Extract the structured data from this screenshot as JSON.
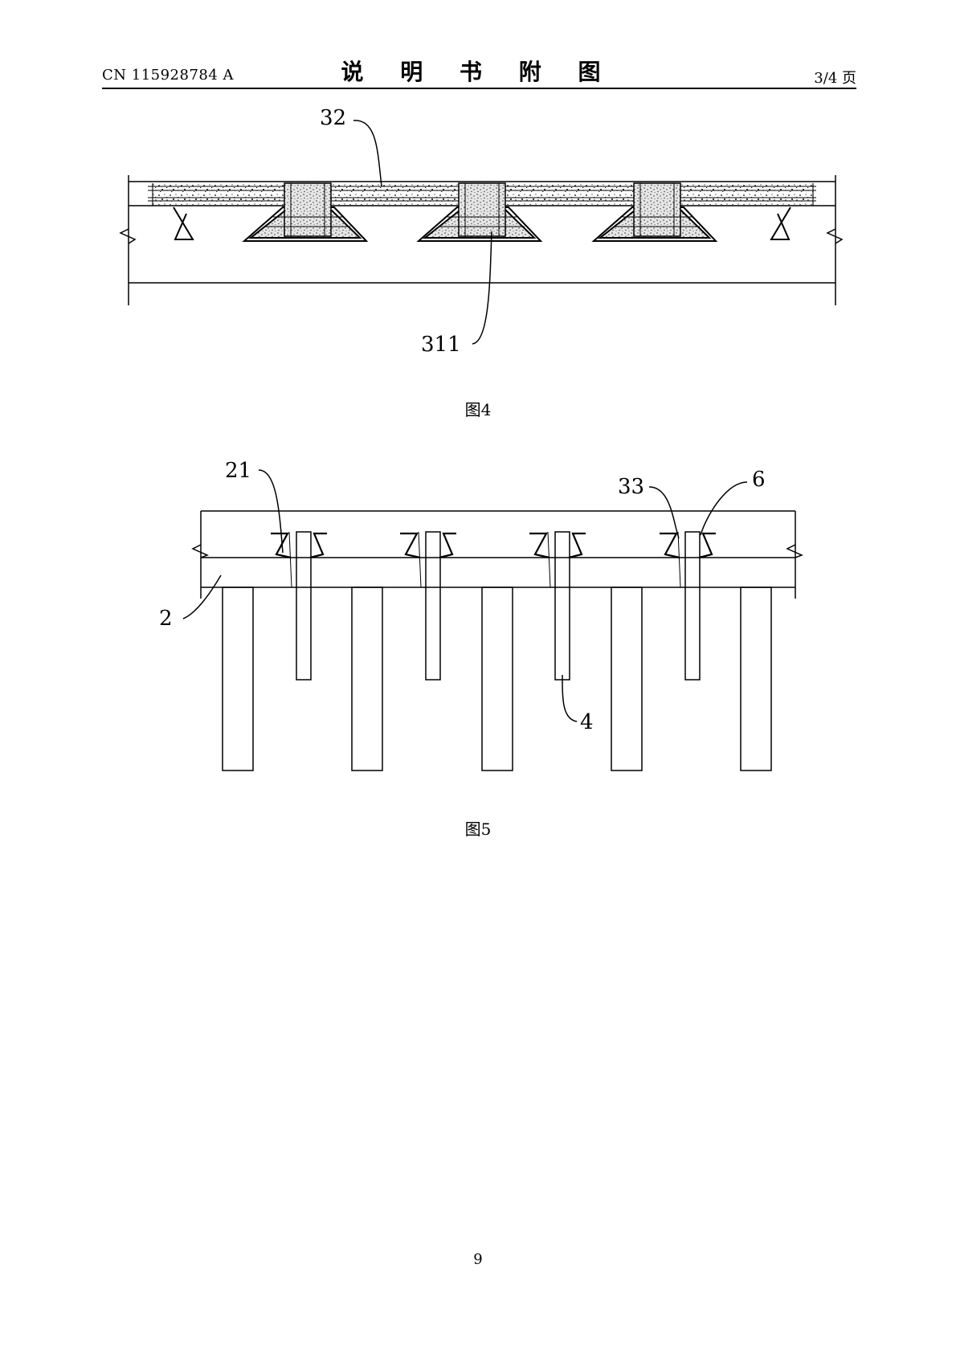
{
  "header": {
    "publication_number": "CN 115928784 A",
    "title": "说 明 书 附 图",
    "page_of": "3/4 页"
  },
  "figure4": {
    "caption": "图4",
    "labels": {
      "top_rebar": "32",
      "pocket_fill": "311"
    }
  },
  "figure5": {
    "caption": "图5",
    "labels": {
      "key_slot": "21",
      "anchor": "33",
      "tendon": "6",
      "beam": "2",
      "dowel": "4"
    }
  },
  "footer": {
    "page_number": "9"
  }
}
